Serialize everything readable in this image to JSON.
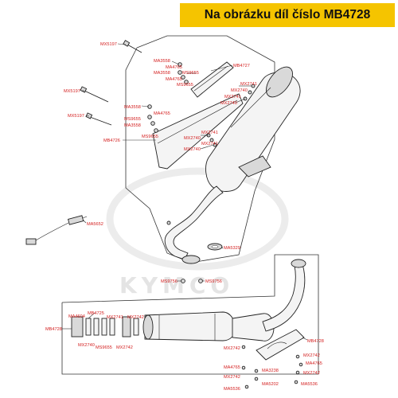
{
  "banner": {
    "text": "Na obrázku díl číslo MB4728",
    "color": "#f5c400"
  },
  "watermark": {
    "text": "KYMCO"
  },
  "labels": {
    "mx5197_a": "MX5197",
    "mx5197_b": "MX5197",
    "mx5197_c": "MX5197",
    "ma3558_a": "MA3558",
    "ma4765_a": "MA4765",
    "ma3558_b": "MA3558",
    "ms9655_a": "MS9655",
    "ma4765_b": "MA4765",
    "ms9655_b": "MS9655",
    "mb4727": "MB4727",
    "mx2741_a": "MX2741",
    "mx2740_a": "MX2740",
    "mx2741_b": "MX2741",
    "mx2740_b": "MX2740",
    "ma3558_c": "MA3558",
    "ms9655_c": "MS9655",
    "ma4765_c": "MA4765",
    "ma3558_d": "MA3558",
    "ms9655_d": "MS9655",
    "mb4726": "MB4726",
    "mx2741_c": "MX2741",
    "mx2740_c": "MX2740",
    "mx2741_d": "MX2741",
    "mx2740_d": "MX2740",
    "ma5652": "MA5652",
    "ma5329": "MA5329",
    "ms9756_a": "MS9756",
    "ms9756_b": "MS9756",
    "ma4604": "MA4604",
    "mb4725": "MB4725",
    "mx2741_e": "MX2741",
    "mx2742_a": "MX2742",
    "mb4728_left": "MB4728",
    "mx2740_e": "MX2740",
    "ms9655_e": "MS9655",
    "mx2742_b": "MX2742",
    "mb4728_right": "MB4728",
    "mx2742_c": "MX2742",
    "mx2742_d": "MX2742",
    "ma4765_d": "MA4765",
    "ma4765_e": "MA4765",
    "ma3238": "MA3238",
    "mx2742_e": "MX2742",
    "mx2742_f": "MX2742",
    "ma5202": "MA5202",
    "ma5536_a": "MA5536",
    "ma5536_b": "MA5536"
  }
}
